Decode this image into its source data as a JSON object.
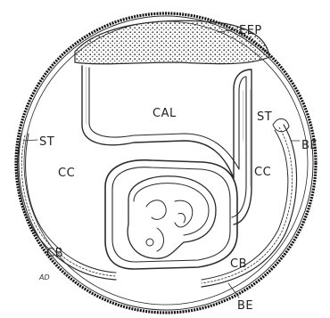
{
  "labels": {
    "eep": "EEP",
    "cal": "CAL",
    "st_left": "ST",
    "st_right": "ST",
    "cc_left": "CC",
    "cc_right": "CC",
    "be_right": "BE",
    "be_bottom": "BE",
    "cb_left": "CB",
    "cb_bottom": "CB",
    "signature": "AD"
  },
  "colors": {
    "ink": "#2a2a2a",
    "paper": "#ffffff",
    "stipple": "#3a3a3a"
  }
}
